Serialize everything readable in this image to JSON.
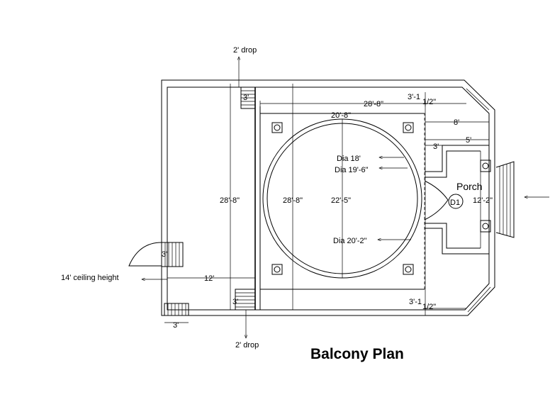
{
  "title": "Balcony Plan",
  "labels": {
    "drop_top": "2' drop",
    "drop_bottom": "2' drop",
    "ceiling": "14' ceiling height",
    "porch": "Porch",
    "door": "D1",
    "dia_18": "Dia 18'",
    "dia_19_6": "Dia 19'-6\"",
    "dia_20_2": "Dia 20'-2\""
  },
  "dimensions": {
    "top_width": "28'-8\"",
    "top_right": "3'-1",
    "top_right_frac": "1/2\"",
    "inner_width": "20'-8\"",
    "right_8": "8'",
    "right_5": "5'",
    "right_3": "3'",
    "left_height": "28'-8\"",
    "inner_height": "28'-8\"",
    "circle_height": "22'-5\"",
    "porch_height": "12'-2\"",
    "bottom_12": "12'",
    "bottom_right": "3'-1",
    "bottom_right_frac": "1/2\"",
    "stair_top_3": "3'",
    "stair_bottom_3": "3'",
    "stair_left_3": "3'",
    "stair_base_3": "3'"
  }
}
